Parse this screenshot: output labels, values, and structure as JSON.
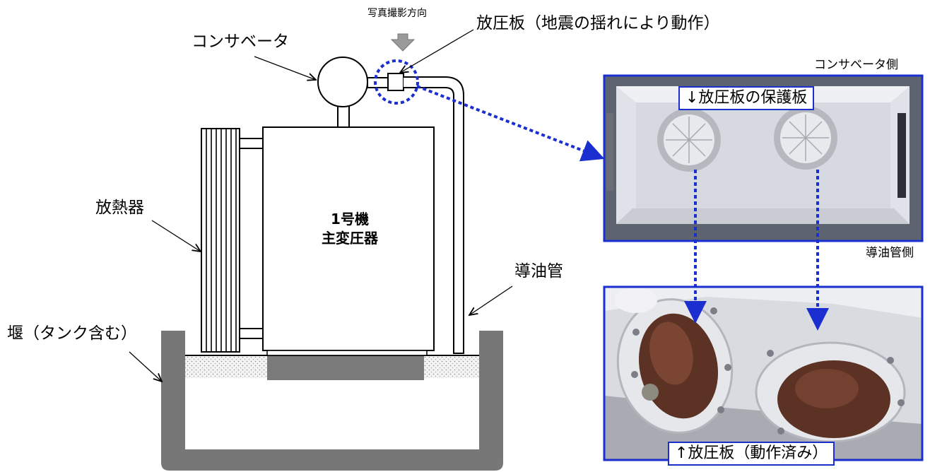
{
  "labels": {
    "photo_direction": "写真撮影方向",
    "pressure_plate": "放圧板（地震の揺れにより動作）",
    "conservator": "コンサベータ",
    "radiator": "放熱器",
    "transformer_line1": "1号機",
    "transformer_line2": "主変圧器",
    "oil_pipe": "導油管",
    "dike": "堰（タンク含む）",
    "conservator_side": "コンサベータ側",
    "oil_pipe_side": "導油管側",
    "photo1_caption": "↓放圧板の保護板",
    "photo2_caption": "↑放圧板（動作済み）"
  },
  "colors": {
    "accent_blue": "#1b2fd0",
    "dike_gray": "#777777",
    "arrow_gray": "#9a9a9a"
  }
}
